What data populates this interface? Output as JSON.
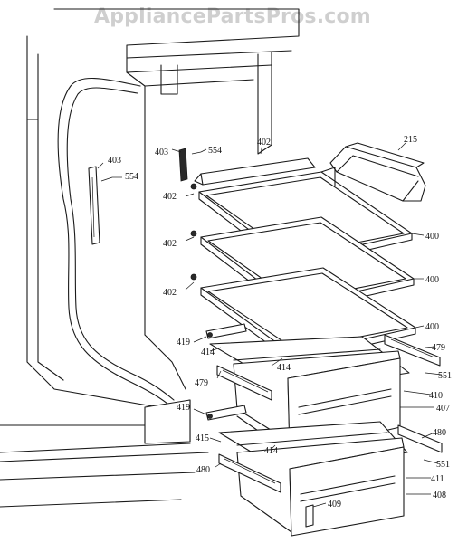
{
  "watermark": "AppliancePartsPros.com",
  "callouts": {
    "l403a": "403",
    "l554a": "554",
    "l403b": "403",
    "l554b": "554",
    "l402a": "402",
    "l402b": "402",
    "l402c": "402",
    "l402d": "402",
    "l215": "215",
    "l400a": "400",
    "l400b": "400",
    "l400c": "400",
    "l419a": "419",
    "l414a": "414",
    "l414b": "414",
    "l479a": "479",
    "l479b": "479",
    "l551a": "551",
    "l410": "410",
    "l407": "407",
    "l419b": "419",
    "l415": "415",
    "l414c": "414",
    "l480a": "480",
    "l480b": "480",
    "l551b": "551",
    "l411": "411",
    "l408": "408",
    "l409": "409"
  }
}
